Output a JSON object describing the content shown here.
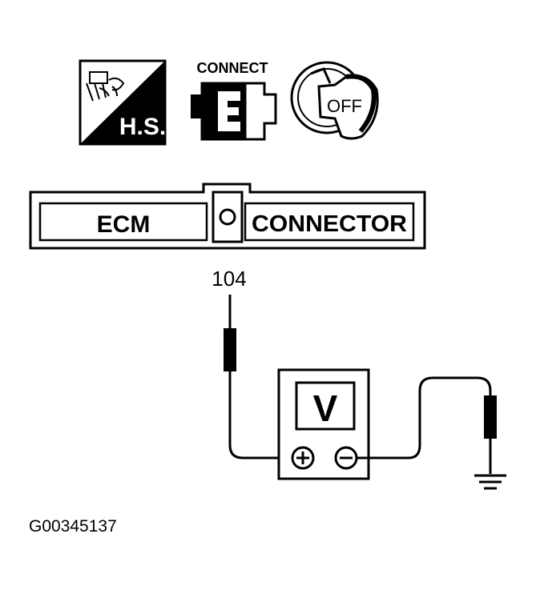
{
  "icons": {
    "hs_label": "H.S.",
    "connect_label": "CONNECT",
    "ignition_label": "OFF"
  },
  "connector": {
    "left_label": "ECM",
    "right_label": "CONNECTOR",
    "pin_number": "104"
  },
  "meter": {
    "display": "V",
    "positive": "+",
    "negative": "−"
  },
  "figure_id": "G00345137",
  "colors": {
    "ink": "#000000",
    "paper": "#ffffff"
  }
}
